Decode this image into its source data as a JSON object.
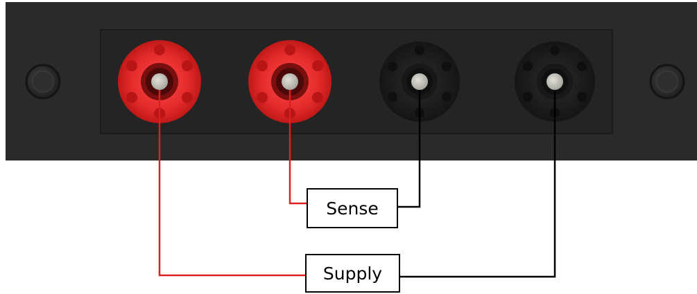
{
  "labels": {
    "sense": "Sense",
    "supply": "Supply"
  },
  "terminals": [
    {
      "id": "t1",
      "color": "red"
    },
    {
      "id": "t2",
      "color": "red"
    },
    {
      "id": "t3",
      "color": "black"
    },
    {
      "id": "t4",
      "color": "black"
    }
  ],
  "colors": {
    "panel": "#2a2a2a",
    "recess": "#232323",
    "red_wire": "#dd1f1f",
    "black_wire": "#000000",
    "red_terminal": "#e42a2a",
    "black_terminal": "#1f1f1f",
    "pin": "#bdbdb4"
  },
  "icons": {
    "screw": "screw-icon",
    "terminal": "binding-post-icon"
  }
}
